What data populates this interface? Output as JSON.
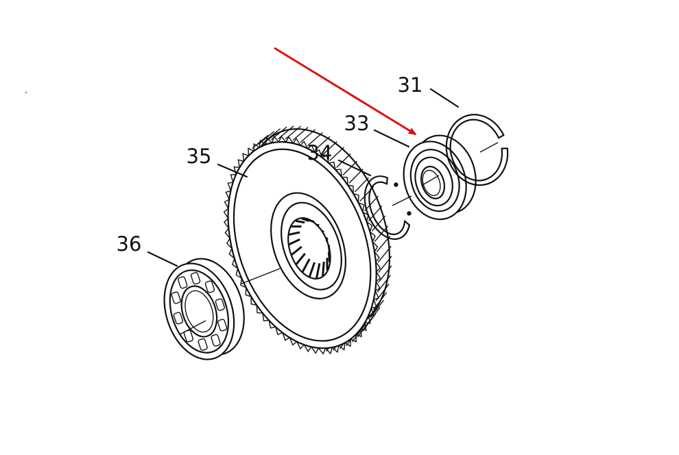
{
  "diagram": {
    "type": "exploded-parts-diagram",
    "callouts": [
      "31",
      "33",
      "34",
      "35",
      "36"
    ],
    "highlight_arrow": {
      "color": "#dd1111",
      "points_to": "33"
    },
    "line_color": "#111111",
    "background": "#ffffff"
  }
}
